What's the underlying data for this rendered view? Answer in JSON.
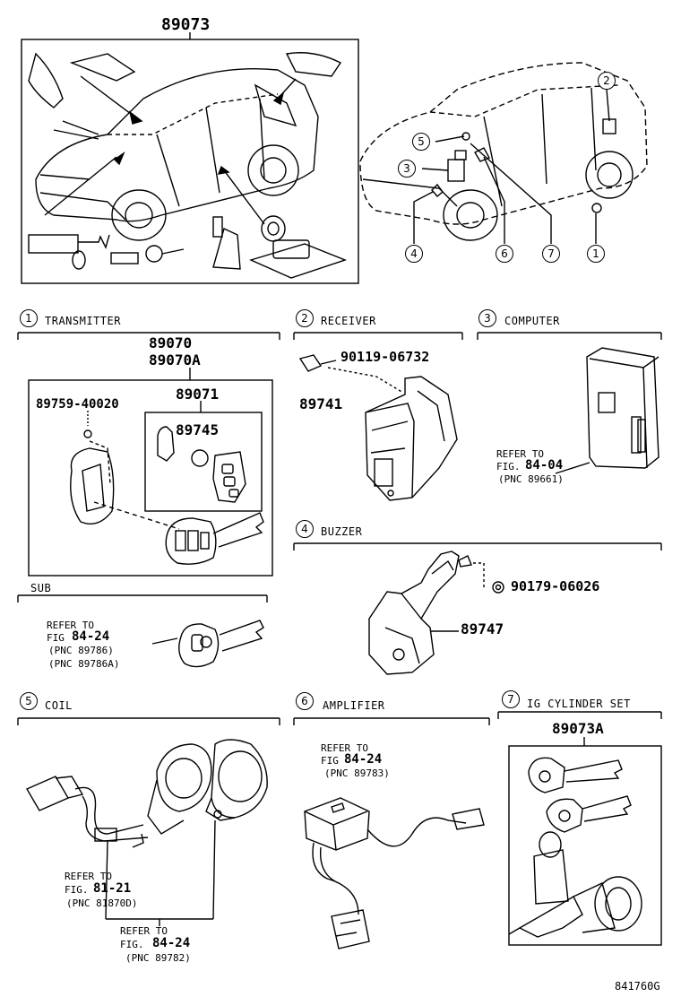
{
  "top": {
    "part_no": "89073"
  },
  "callouts": [
    "1",
    "2",
    "3",
    "4",
    "5",
    "6",
    "7"
  ],
  "sections": {
    "s1": {
      "num": "1",
      "title": "TRANSMITTER",
      "pn1": "89070",
      "pn2": "89070A",
      "bolt": "89759-40020",
      "inner_pn": "89071",
      "battery_pn": "89745",
      "sub": "SUB",
      "sub_ref": [
        "REFER TO",
        "FIG",
        "84-24",
        "(PNC 89786)",
        "(PNC 89786A)"
      ]
    },
    "s2": {
      "num": "2",
      "title": "RECEIVER",
      "bolt": "90119-06732",
      "pn": "89741"
    },
    "s3": {
      "num": "3",
      "title": "COMPUTER",
      "ref": [
        "REFER TO",
        "FIG.",
        "84-04",
        "(PNC 89661)"
      ]
    },
    "s4": {
      "num": "4",
      "title": "BUZZER",
      "nut": "90179-06026",
      "pn": "89747"
    },
    "s5": {
      "num": "5",
      "title": "COIL",
      "ref1": [
        "REFER TO",
        "FIG.",
        "81-21",
        "(PNC 81870D)"
      ],
      "ref2": [
        "REFER TO",
        "FIG.",
        "84-24",
        "(PNC 89782)"
      ]
    },
    "s6": {
      "num": "6",
      "title": "AMPLIFIER",
      "ref": [
        "REFER TO",
        "FIG",
        "84-24",
        "(PNC 89783)"
      ]
    },
    "s7": {
      "num": "7",
      "title": "IG CYLINDER SET",
      "pn": "89073A"
    }
  },
  "figure_id": "841760G"
}
